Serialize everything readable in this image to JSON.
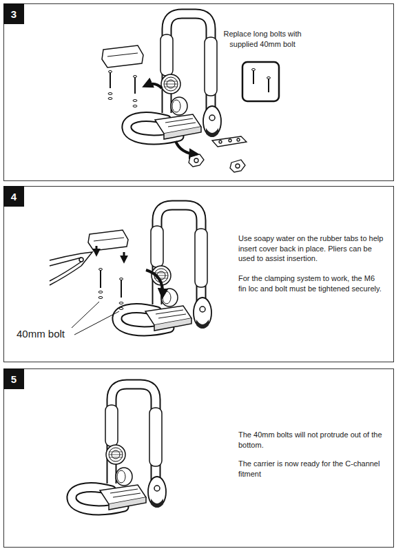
{
  "diagram": {
    "nodes": [
      {
        "text": [
          "Replace long bolts with supplied 40mm bolt"
        ]
      },
      {
        "text": [
          "3"
        ],
        "in": 0
      },
      {
        "text": [
          "Use soapy water on the rubber tabs to help insert cover back in place. Pliers can be used to assist insertion.",
          "For the clamping system to work, the M6 fin loc and bolt must be tightened securely."
        ]
      },
      {
        "text": [
          "4"
        ],
        "in": 2
      },
      {
        "text": [
          "The 40mm bolts will not protrude out of the bottom.",
          "The carrier is now ready for the C-channel fitment"
        ]
      },
      {
        "text": [
          "5"
        ],
        "in": 4
      }
    ],
    "labels": [
      "40mm bolt"
    ]
  }
}
